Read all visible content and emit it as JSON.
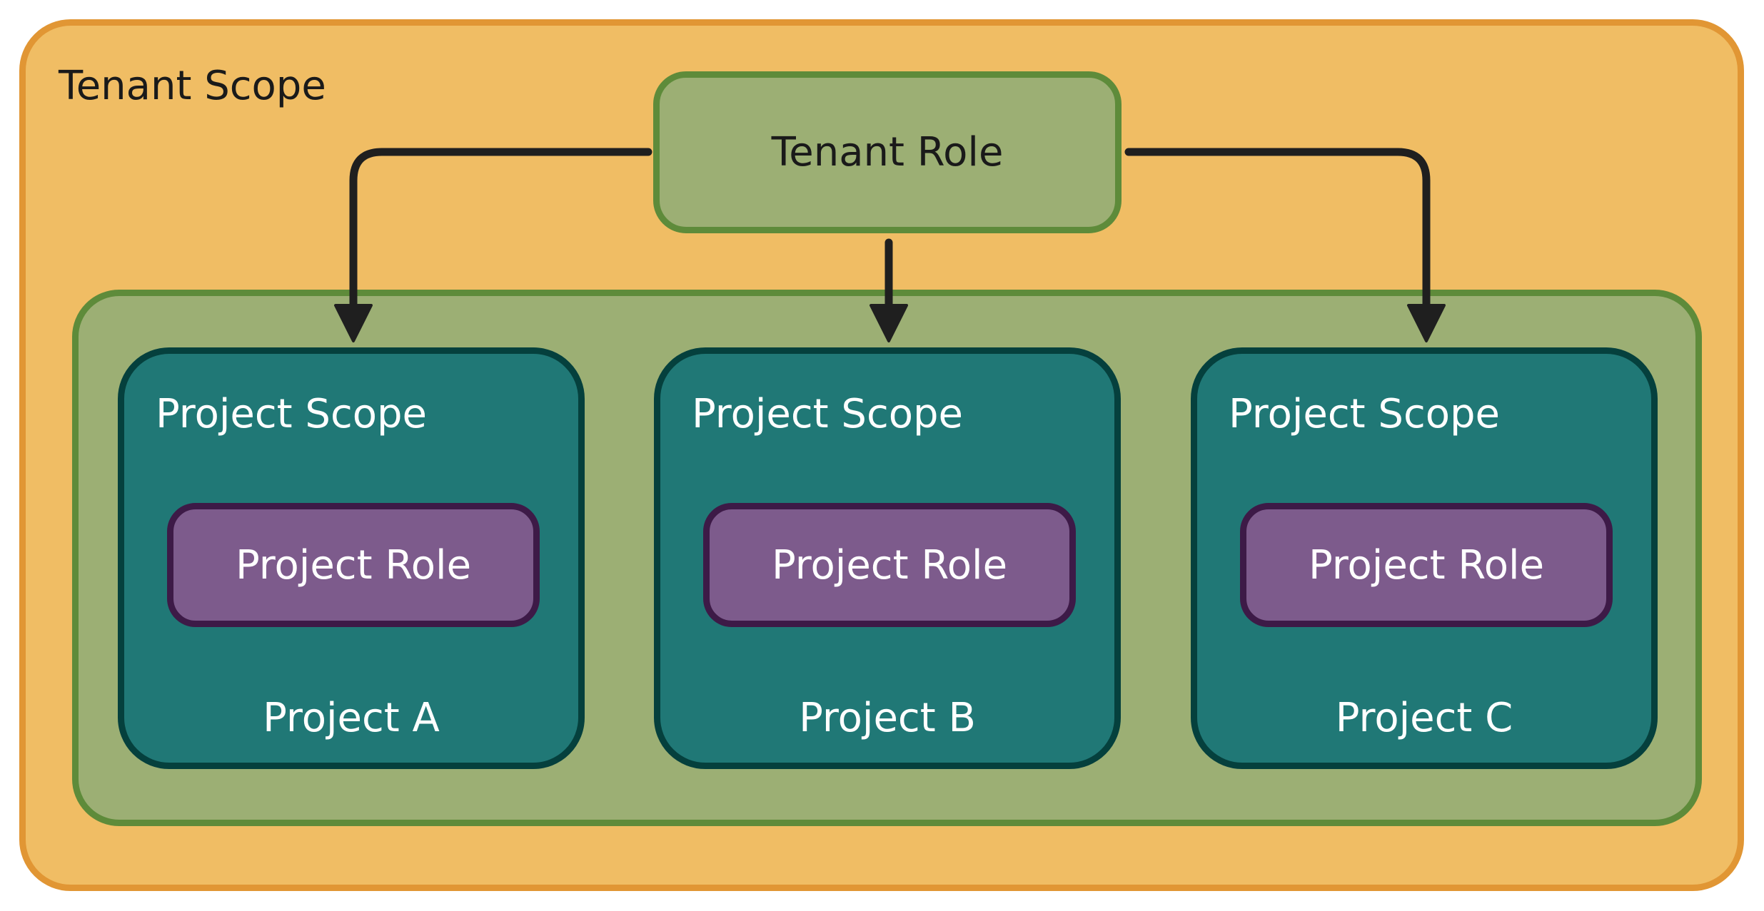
{
  "tenant_scope": {
    "title": "Tenant Scope"
  },
  "tenant_role": {
    "label": "Tenant Role"
  },
  "projects": [
    {
      "scope_title": "Project Scope",
      "role_label": "Project Role",
      "name": "Project A"
    },
    {
      "scope_title": "Project Scope",
      "role_label": "Project Role",
      "name": "Project B"
    },
    {
      "scope_title": "Project Scope",
      "role_label": "Project Role",
      "name": "Project C"
    }
  ],
  "colors": {
    "tenant_fill": "#f0bd64",
    "tenant_border": "#e19634",
    "green_fill": "#9caf74",
    "green_border": "#5e8b3a",
    "teal_fill": "#207876",
    "teal_border": "#05403d",
    "purple_fill": "#7d5b8c",
    "purple_border": "#3d1a47",
    "arrow": "#1f1f1f"
  }
}
